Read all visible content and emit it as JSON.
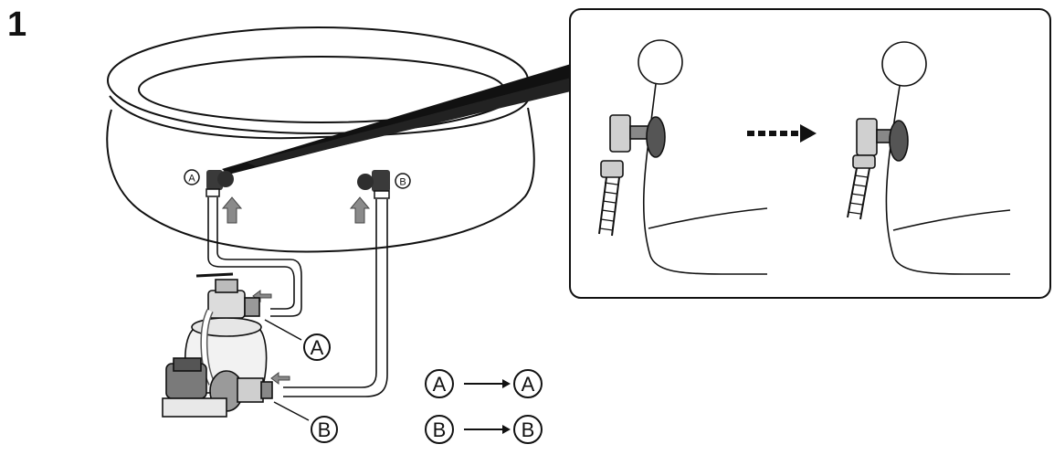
{
  "step_number": "1",
  "pool_labels": {
    "left": "A",
    "right": "B"
  },
  "pump_labels": {
    "a": "A",
    "b": "B"
  },
  "legend": [
    {
      "from": "A",
      "to": "A"
    },
    {
      "from": "B",
      "to": "B"
    }
  ],
  "colors": {
    "line": "#111111",
    "valve": "#3a3a3a",
    "arrow": "#8a8a8a",
    "background": "#ffffff"
  },
  "icons": [
    "pool-icon",
    "valve-icon",
    "hose-icon",
    "sand-filter-pump-icon",
    "flow-arrow-icon"
  ]
}
